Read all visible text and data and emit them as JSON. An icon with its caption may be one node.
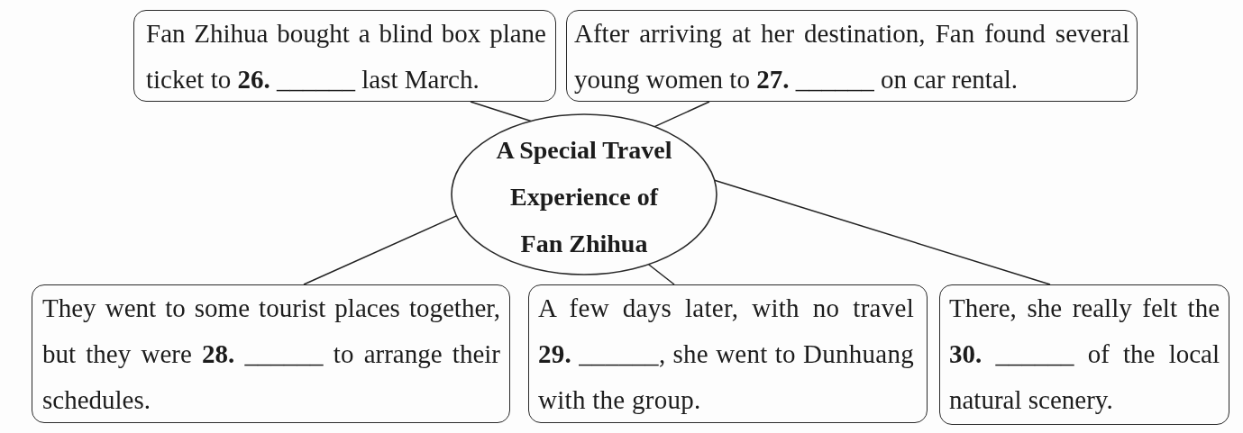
{
  "diagram": {
    "nodes": [
      {
        "text": [
          "Fan Zhihua bought a blind box plane ticket to **26.** ______ last March."
        ]
      },
      {
        "text": [
          "After arriving at her destination, Fan found several young women to **27.** ______ on car rental."
        ]
      },
      {
        "text": [
          "A Special Travel Experience of Fan Zhihua"
        ]
      },
      {
        "text": [
          "They went to some tourist places together, but they were **28.** ______ to arrange their schedules."
        ]
      },
      {
        "text": [
          "A few days later, with no travel **29.** ______, she went to Dunhuang with the group."
        ]
      },
      {
        "text": [
          "There, she really felt the **30.** ______ of the local natural scenery."
        ]
      }
    ],
    "edges": [
      {
        "from": 2,
        "to": 0,
        "arrow": "none"
      },
      {
        "from": 2,
        "to": 1,
        "arrow": "none"
      },
      {
        "from": 2,
        "to": 3,
        "arrow": "none"
      },
      {
        "from": 2,
        "to": 4,
        "arrow": "none"
      },
      {
        "from": 2,
        "to": 5,
        "arrow": "none"
      }
    ]
  }
}
